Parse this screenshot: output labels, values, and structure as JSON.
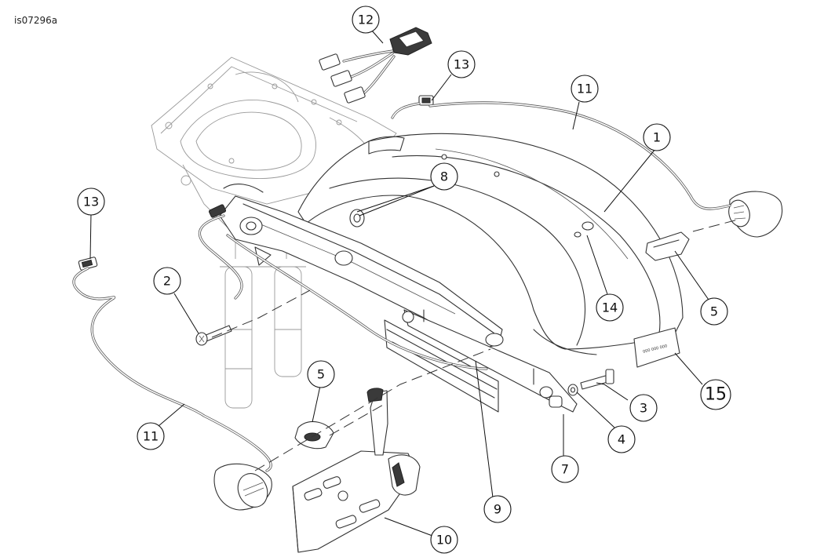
{
  "ref_id": "is07296a",
  "callouts": [
    {
      "key": "c1",
      "label": "1"
    },
    {
      "key": "c2",
      "label": "2"
    },
    {
      "key": "c3",
      "label": "3"
    },
    {
      "key": "c4",
      "label": "4"
    },
    {
      "key": "c5a",
      "label": "5"
    },
    {
      "key": "c5b",
      "label": "5"
    },
    {
      "key": "c7",
      "label": "7"
    },
    {
      "key": "c8",
      "label": "8"
    },
    {
      "key": "c9",
      "label": "9"
    },
    {
      "key": "c10",
      "label": "10"
    },
    {
      "key": "c11a",
      "label": "11"
    },
    {
      "key": "c11b",
      "label": "11"
    },
    {
      "key": "c12",
      "label": "12"
    },
    {
      "key": "c13a",
      "label": "13"
    },
    {
      "key": "c13b",
      "label": "13"
    },
    {
      "key": "c14",
      "label": "14"
    },
    {
      "key": "c15",
      "label": "15"
    }
  ],
  "label_plate_text": "000 000 000"
}
